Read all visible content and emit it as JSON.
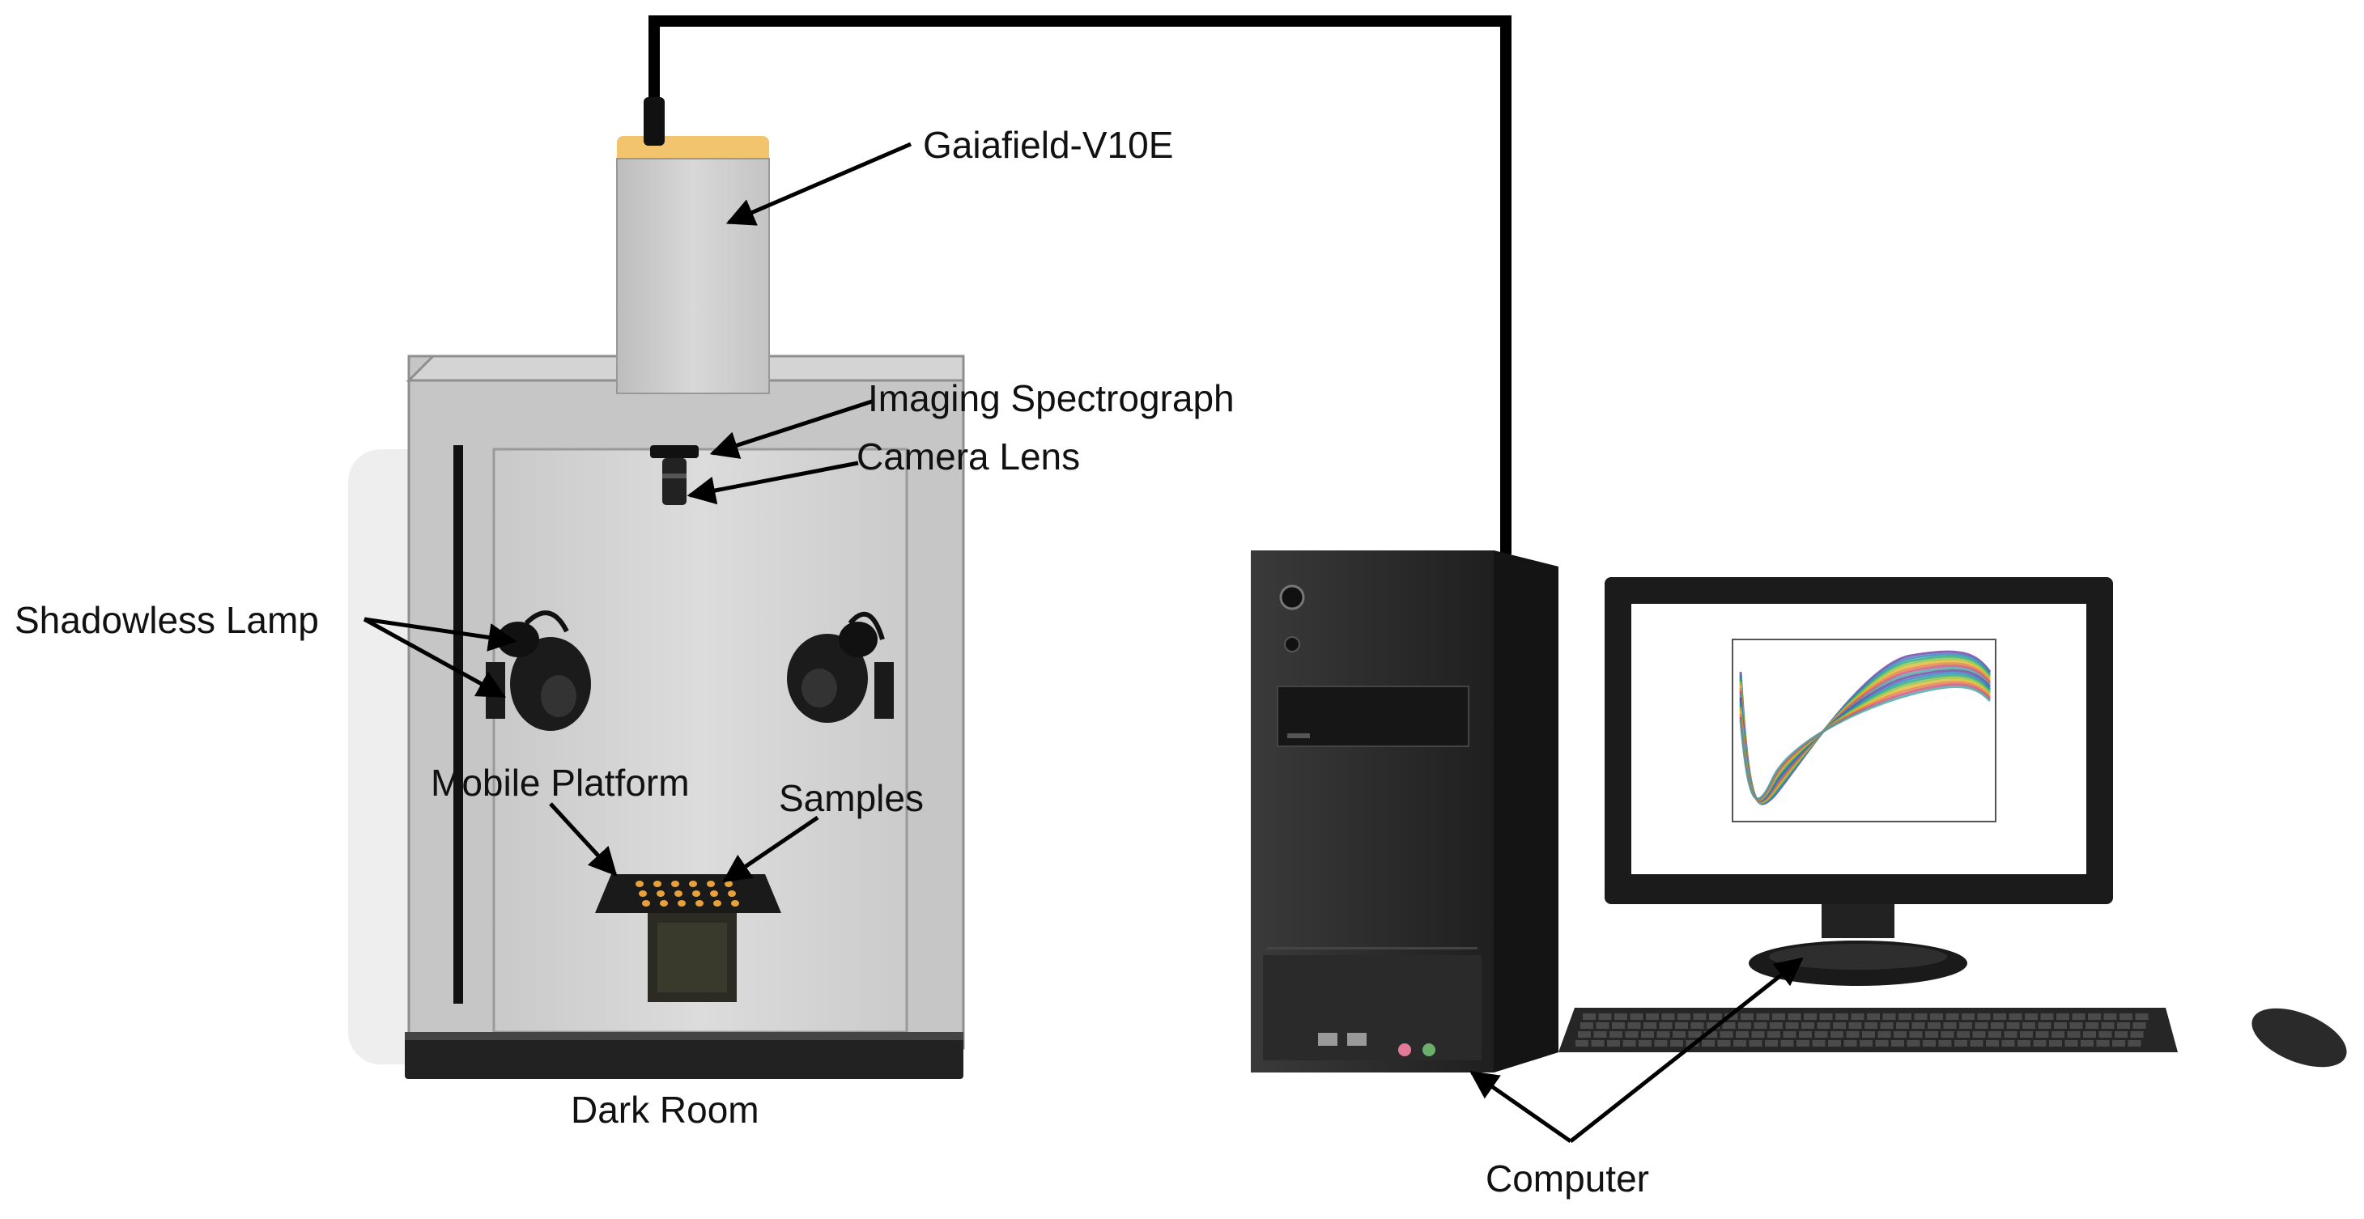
{
  "labels": {
    "camera": "Gaiafield-V10E",
    "spectrograph": "Imaging Spectrograph",
    "lens": "Camera Lens",
    "lamp": "Shadowless Lamp",
    "platform": "Mobile Platform",
    "samples": "Samples",
    "darkroom": "Dark Room",
    "computer": "Computer"
  },
  "colors": {
    "cabinet_frame": "#c9c9c9",
    "cabinet_inner": "#d6d6d6",
    "camera_body": "#d0d0d0",
    "camera_cap": "#f2c46e",
    "tower": "#2c2c2c",
    "sample_dots": "#e8a13a",
    "cable": "#000000"
  },
  "icons": {
    "cable": "cable-line",
    "camera": "hyperspectral-camera-icon",
    "lamp": "lamp-icon",
    "tower": "pc-tower-icon",
    "monitor": "monitor-icon",
    "keyboard": "keyboard-icon",
    "mouse": "mouse-icon"
  }
}
